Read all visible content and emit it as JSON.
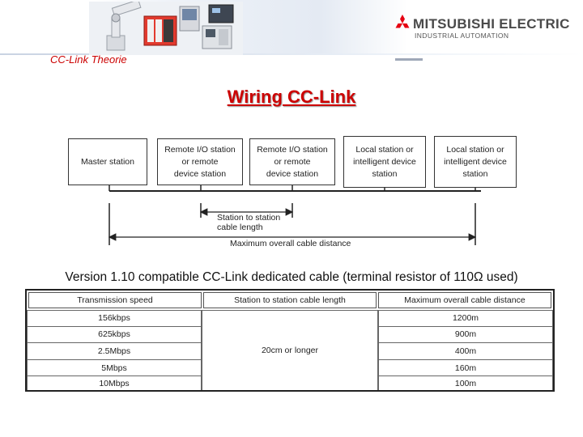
{
  "header": {
    "section_title": "CC-Link Theorie",
    "brand_name": "MITSUBISHI ELECTRIC",
    "brand_sub": "INDUSTRIAL AUTOMATION"
  },
  "slide_title": "Wiring CC-Link",
  "diagram": {
    "stations": [
      {
        "lines": [
          "Master station"
        ]
      },
      {
        "lines": [
          "Remote I/O station",
          "or remote",
          "device station"
        ]
      },
      {
        "lines": [
          "Remote I/O station",
          "or remote",
          "device station"
        ]
      },
      {
        "lines": [
          "Local station or",
          "intelligent device",
          "station"
        ]
      },
      {
        "lines": [
          "Local station or",
          "intelligent device",
          "station"
        ]
      }
    ],
    "station_to_station_label": [
      "Station to station",
      "cable length"
    ],
    "overall_label": "Maximum overall cable distance"
  },
  "subtitle": "Version 1.10 compatible CC-Link dedicated cable (terminal resistor of 110Ω used)",
  "table": {
    "headers": [
      "Transmission speed",
      "Station to station cable length",
      "Maximum overall cable distance"
    ],
    "rows": [
      {
        "speed": "156kbps",
        "distance": "1200m"
      },
      {
        "speed": "625kbps",
        "distance": "900m"
      },
      {
        "speed": "2.5Mbps",
        "distance": "400m"
      },
      {
        "speed": "5Mbps",
        "distance": "160m"
      },
      {
        "speed": "10Mbps",
        "distance": "100m"
      }
    ],
    "station_length": "20cm or longer"
  }
}
